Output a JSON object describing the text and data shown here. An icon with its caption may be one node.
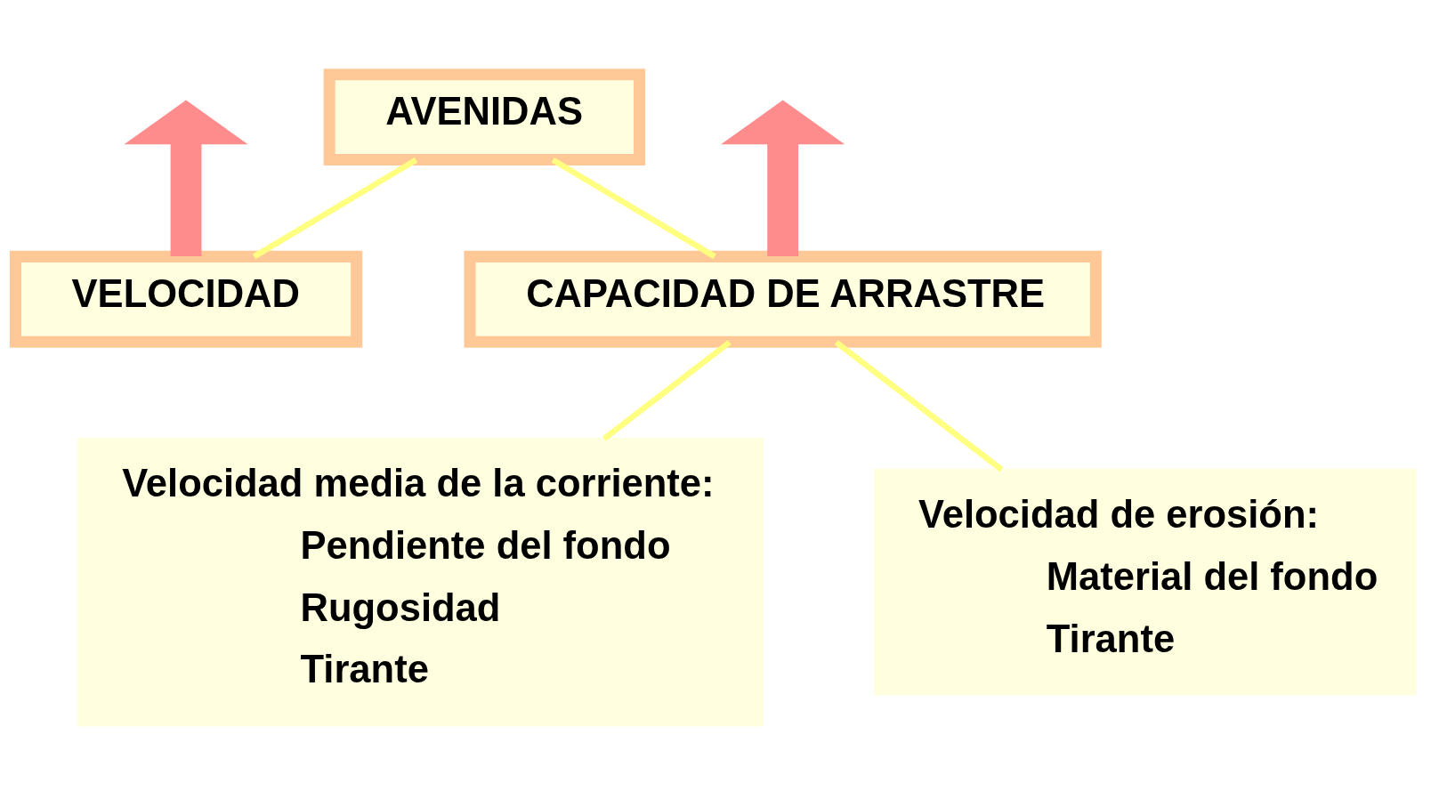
{
  "diagram": {
    "nodes": [
      {
        "text": [
          "AVENIDAS"
        ]
      },
      {
        "text": [
          "VELOCIDAD"
        ]
      },
      {
        "text": [
          "CAPACIDAD DE ARRASTRE"
        ]
      },
      {
        "text": [
          "Velocidad media de la corriente:",
          "Pendiente del fondo",
          "Rugosidad",
          "Tirante"
        ]
      },
      {
        "text": [
          "Velocidad de erosión:",
          "Material del fondo",
          "Tirante"
        ]
      }
    ],
    "edges": [
      {
        "from": 0,
        "to": 1,
        "arrow": "none"
      },
      {
        "from": 0,
        "to": 2,
        "arrow": "none"
      },
      {
        "from": 2,
        "to": 3,
        "arrow": "none"
      },
      {
        "from": 2,
        "to": 4,
        "arrow": "none"
      },
      {
        "from": 1,
        "to": null,
        "arrow": "to",
        "style": "thick",
        "color": "#ff8c8c"
      },
      {
        "from": 2,
        "to": null,
        "arrow": "to",
        "style": "thick",
        "color": "#ff8c8c"
      }
    ]
  }
}
